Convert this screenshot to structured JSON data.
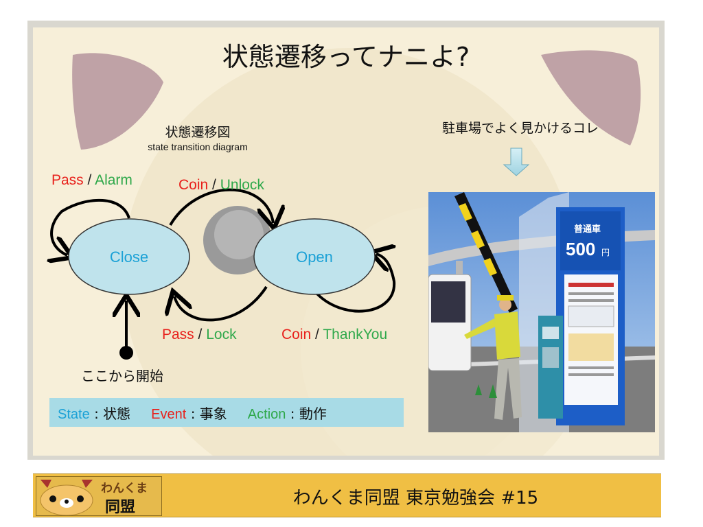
{
  "slide": {
    "title": "状態遷移ってナニよ?",
    "diagram_title": "状態遷移図",
    "diagram_subtitle": "state transition diagram",
    "photo_caption": "駐車場でよく見かけるコレ"
  },
  "diagram": {
    "states": {
      "close": "Close",
      "open": "Open"
    },
    "separator": "/",
    "transitions": {
      "close_self": {
        "event": "Pass",
        "action": "Alarm"
      },
      "close_to_open": {
        "event": "Coin",
        "action": "Unlock"
      },
      "open_to_close": {
        "event": "Pass",
        "action": "Lock"
      },
      "open_self": {
        "event": "Coin",
        "action": "ThankYou"
      }
    },
    "start_label": "ここから開始"
  },
  "legend": {
    "state_key": "State",
    "state_value": "状態",
    "event_key": "Event",
    "event_value": "事象",
    "action_key": "Action",
    "action_value": "動作",
    "colon": ":"
  },
  "photo": {
    "sign_title": "普通車",
    "sign_price": "500",
    "sign_unit": "円"
  },
  "footer": {
    "logo_top": "わんくま",
    "logo_bottom": "同盟",
    "text": "わんくま同盟 東京勉強会 #15"
  },
  "colors": {
    "state_fill": "#bfe3ec",
    "state_text": "#1ba1d6",
    "event": "#e8211c",
    "action": "#2ea84a",
    "footer": "#f0bf44"
  }
}
